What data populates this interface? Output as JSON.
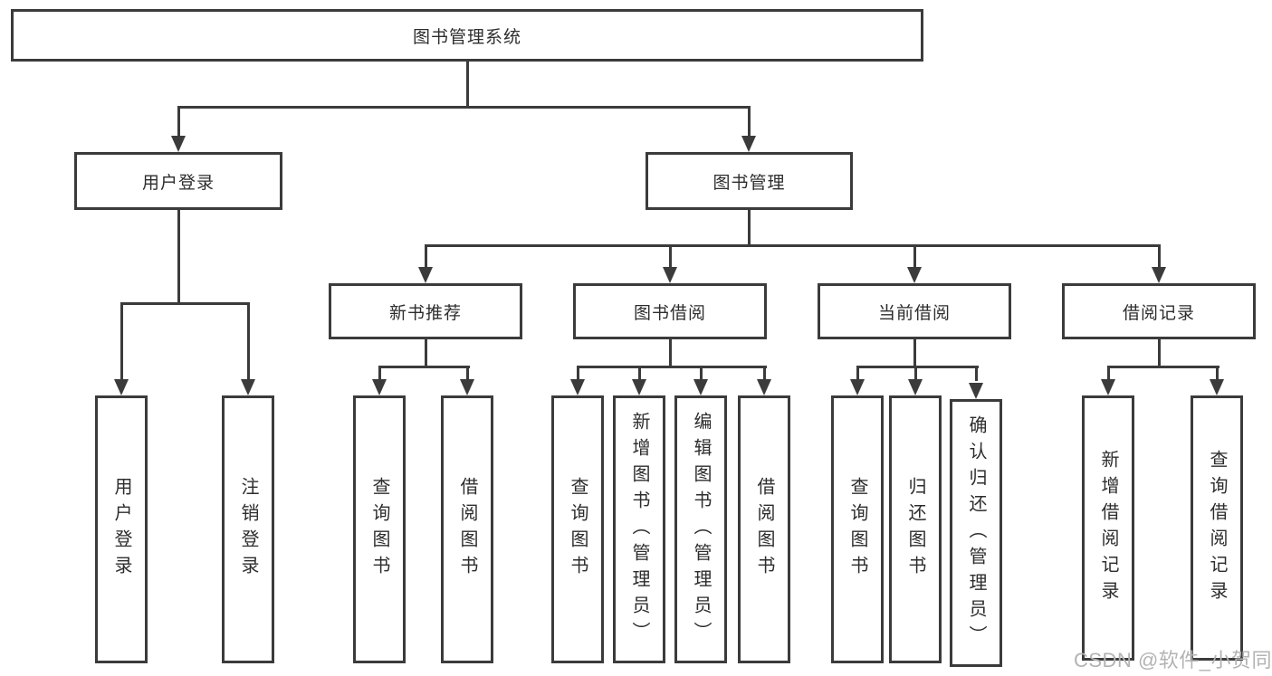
{
  "diagram": {
    "root": "图书管理系统",
    "level2": [
      "用户登录",
      "图书管理"
    ],
    "level3": [
      "新书推荐",
      "图书借阅",
      "当前借阅",
      "借阅记录"
    ],
    "leaves_login": [
      "用户登录",
      "注销登录"
    ],
    "leaves_recommend": [
      "查询图书",
      "借阅图书"
    ],
    "leaves_borrow": [
      "查询图书",
      "新增图书（管理员）",
      "编辑图书（管理员）",
      "借阅图书"
    ],
    "leaves_current": [
      "查询图书",
      "归还图书",
      "确认归还（管理员）"
    ],
    "leaves_records": [
      "新增借阅记录",
      "查询借阅记录"
    ]
  },
  "colors": {
    "line": "#3b3b3b",
    "text": "#2d2d2d",
    "background": "#ffffff",
    "watermark": "#b3b3b3"
  },
  "watermark": "CSDN @软件_小贺同学"
}
